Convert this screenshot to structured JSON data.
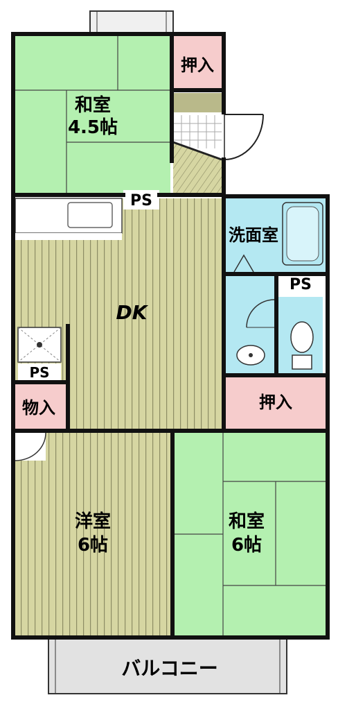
{
  "rooms": {
    "washitsu_top": {
      "name": "和室",
      "size": "4.5帖"
    },
    "oshiire_top": "押入",
    "senmenshitsu": "洗面室",
    "ps_right": "PS",
    "dk": "DK",
    "ps_center": "PS",
    "ps_left": "PS",
    "monoire": "物入",
    "oshiire_right": "押入",
    "yoshitsu": {
      "name": "洋室",
      "size": "6帖"
    },
    "washitsu_bottom": {
      "name": "和室",
      "size": "6帖"
    },
    "balcony": "バルコニー"
  },
  "colors": {
    "tatami": "#b4f0b0",
    "wood": "#d6d6a2",
    "wood_line": "#8c8c64",
    "water": "#b4e8f2",
    "closet": "#f6cccc",
    "wall": "#111111",
    "balcony": "#e2e2e2",
    "entry": "#b9b98a"
  }
}
